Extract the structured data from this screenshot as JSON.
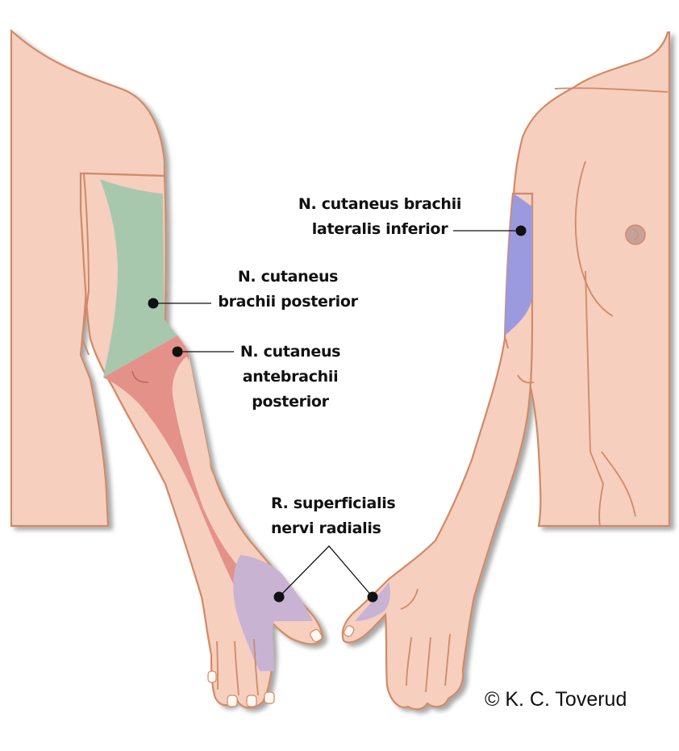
{
  "figure": {
    "title": "Cutaneous innervation of the arm by the radial nerve",
    "colors": {
      "skin": "#f6cfbe",
      "skin_outline": "#cf8a67",
      "brachii_posterior": "#a8c8ae",
      "antebrachii_posterior": "#e4918a",
      "superficialis_radialis": "#c8b3d3",
      "brachii_lateralis_inferior": "#9c9ade",
      "nipple": "#c5a298",
      "leader_line": "#111111"
    },
    "views": {
      "left": "Posterior view of left arm",
      "right": "Anterior view of right arm and chest"
    }
  },
  "labels": {
    "brachii_lateralis_inferior": [
      "N. cutaneus brachii",
      "lateralis inferior"
    ],
    "brachii_posterior": [
      "N. cutaneus",
      "brachii posterior"
    ],
    "antebrachii_posterior": [
      "N. cutaneus",
      "antebrachii",
      "posterior"
    ],
    "superficialis_radialis": [
      "R. superficialis",
      "nervi radialis"
    ]
  },
  "copyright": "© K. C. Toverud"
}
